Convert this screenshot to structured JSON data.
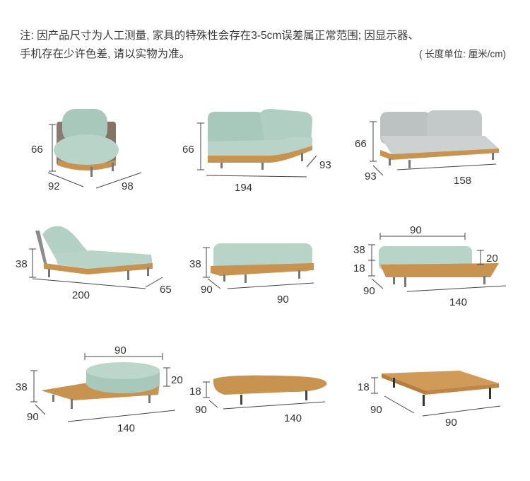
{
  "note": {
    "line1": "注: 因产品尺寸为人工测量, 家具的特殊性会存在3-5cm误差属正常范围; 因显示器、",
    "line2": "手机存在少许色差, 请以实物为准。",
    "unit": "( 长度单位: 厘米/cm)"
  },
  "colors": {
    "cushion": "#a9c8bc",
    "cushion_grey": "#bfc4c4",
    "wood": "#c8924f",
    "frame": "#8a7b70",
    "leg": "#777"
  },
  "items": [
    {
      "name": "armchair",
      "height": "66",
      "depth": "92",
      "width": "98"
    },
    {
      "name": "corner-sofa",
      "height": "66",
      "width": "194",
      "depth": "93"
    },
    {
      "name": "two-seat-sofa",
      "height": "66",
      "depth": "93",
      "width": "158"
    },
    {
      "name": "sun-lounger",
      "height": "38",
      "width": "200",
      "depth": "65"
    },
    {
      "name": "ottoman",
      "height": "38",
      "depth": "90",
      "width": "90"
    },
    {
      "name": "ottoman-with-side-table",
      "top": "90",
      "height": "38",
      "base_height": "18",
      "cushion_height": "20",
      "depth": "90",
      "width": "140"
    },
    {
      "name": "round-ottoman-platform",
      "top": "90",
      "height": "38",
      "cushion_height": "20",
      "depth": "90",
      "width": "140"
    },
    {
      "name": "coffee-table-large",
      "height": "18",
      "depth": "90",
      "width": "140"
    },
    {
      "name": "coffee-table-square",
      "height": "18",
      "depth": "90",
      "width": "90"
    }
  ]
}
